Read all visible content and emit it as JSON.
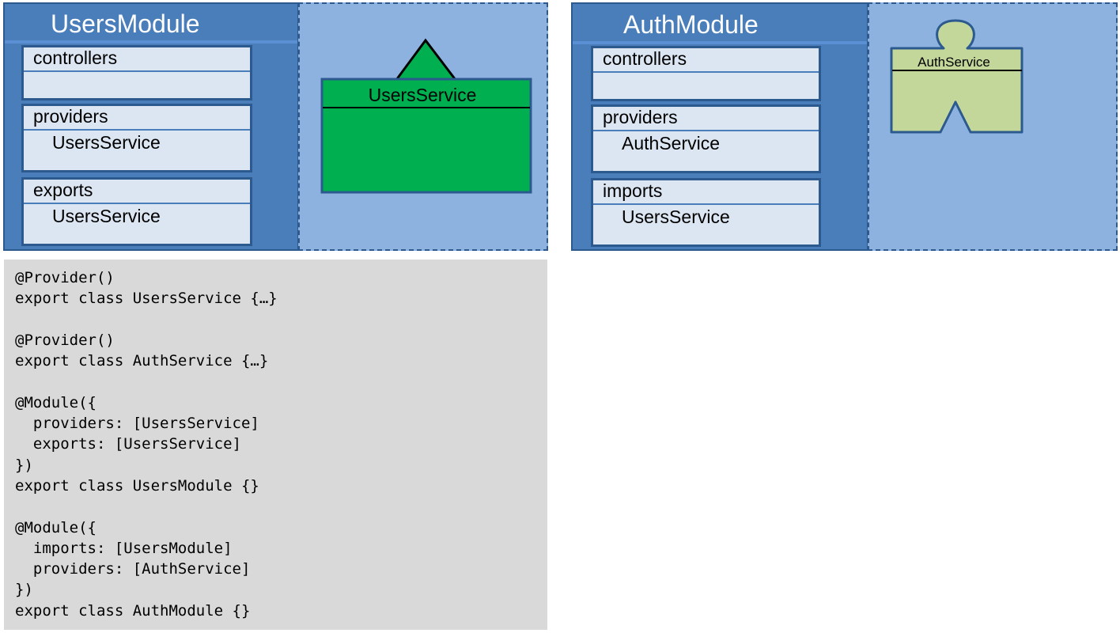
{
  "users_module": {
    "title": "UsersModule",
    "sections": [
      {
        "heading": "controllers",
        "item": ""
      },
      {
        "heading": "providers",
        "item": "UsersService"
      },
      {
        "heading": "exports",
        "item": "UsersService"
      }
    ],
    "component_label": "UsersService",
    "colors": {
      "component_fill": "#00b050"
    }
  },
  "auth_module": {
    "title": "AuthModule",
    "sections": [
      {
        "heading": "controllers",
        "item": ""
      },
      {
        "heading": "providers",
        "item": "AuthService"
      },
      {
        "heading": "imports",
        "item": "UsersService"
      }
    ],
    "component_label": "AuthService",
    "colors": {
      "component_fill": "#c4d79b"
    }
  },
  "code_lines": [
    "@Provider()",
    "export class UsersService {…}",
    "",
    "@Provider()",
    "export class AuthService {…}",
    "",
    "@Module({",
    "  providers: [UsersService]",
    "  exports: [UsersService]",
    "})",
    "export class UsersModule {}",
    "",
    "@Module({",
    "  imports: [UsersModule]",
    "  providers: [AuthService]",
    "})",
    "export class AuthModule {}"
  ],
  "colors": {
    "module_blue": "#4a7ebb",
    "module_light_blue": "#8eb2e0",
    "section_fill": "#dce6f2",
    "code_background": "#d9d9d9"
  }
}
